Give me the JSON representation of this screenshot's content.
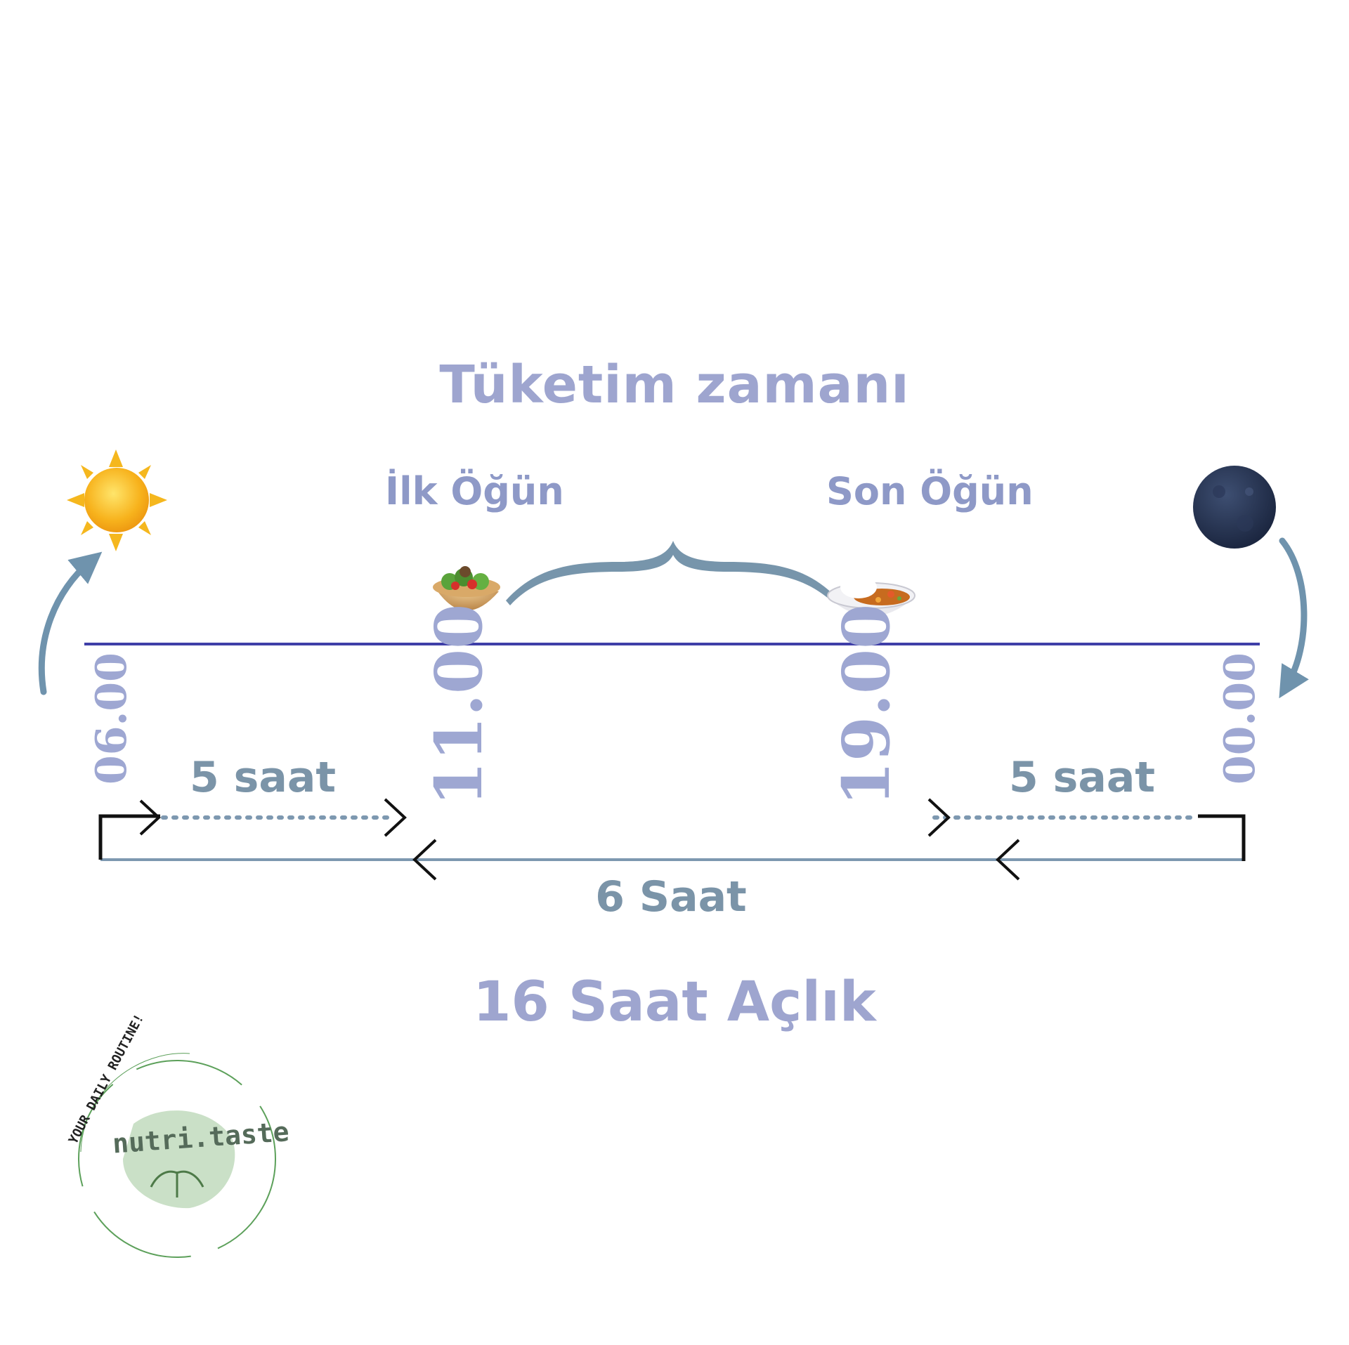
{
  "title": "Tüketim zamanı",
  "meals": {
    "first_label": "İlk Öğün",
    "last_label": "Son Öğün"
  },
  "times": {
    "start": "06.00",
    "first_meal": "11.00",
    "last_meal": "19.00",
    "midnight": "00.00"
  },
  "durations": {
    "morning": "5 saat",
    "night": "5 saat",
    "gap": "6 Saat"
  },
  "summary": "16 Saat Açlık",
  "logo": {
    "name": "nutri.taste",
    "ring_text": "YOUR DAILY ROUTINE!"
  },
  "colors": {
    "title": "#9ea5cf",
    "timeline": "#3f3fa8",
    "arrow": "#6f93ad",
    "brace": "#7795ab",
    "duration": "#7b94a8"
  }
}
